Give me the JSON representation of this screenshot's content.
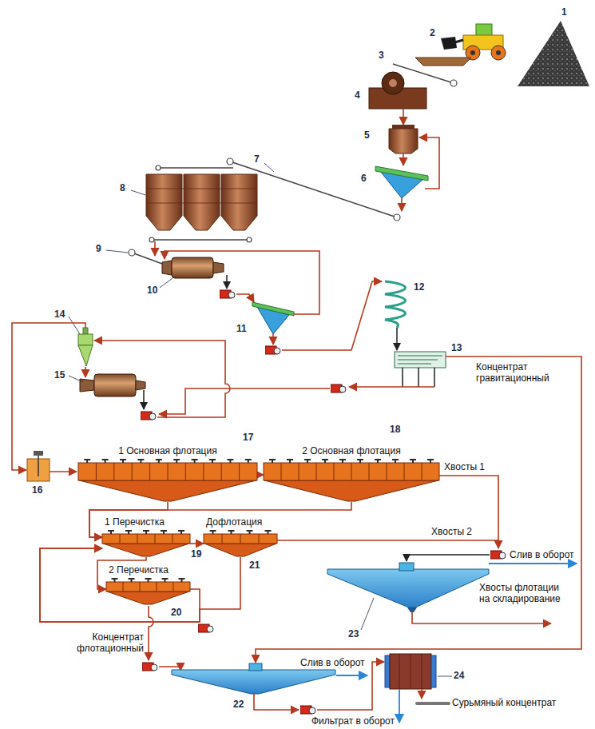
{
  "diagram": {
    "nodes": [
      {
        "text": [
          "1 Основная флотация"
        ]
      },
      {
        "text": [
          "2 Основная флотация"
        ]
      },
      {
        "text": [
          "1 Перечистка"
        ]
      },
      {
        "text": [
          "Дофлотация"
        ]
      },
      {
        "text": [
          "2 Перечистка"
        ]
      }
    ],
    "edges": [
      {
        "from": 0,
        "to": 1,
        "arrow": "to"
      },
      {
        "from": 0,
        "to": 2,
        "arrow": "to"
      },
      {
        "from": 1,
        "to": 2,
        "arrow": "to"
      },
      {
        "from": 2,
        "to": 4,
        "arrow": "to"
      },
      {
        "from": 2,
        "to": 3,
        "arrow": "to"
      },
      {
        "from": 4,
        "to": 2,
        "arrow": "to"
      },
      {
        "from": 3,
        "to": 2,
        "arrow": "to"
      }
    ],
    "labels": [
      "1",
      "2",
      "3",
      "4",
      "5",
      "6",
      "7",
      "8",
      "9",
      "10",
      "11",
      "12",
      "13",
      "14",
      "15",
      "16",
      "17",
      "18",
      "19",
      "20",
      "21",
      "22",
      "23",
      "24",
      "Концентрат гравитационный",
      "Хвосты 1",
      "Хвосты 2",
      "Слив в оборот",
      "Хвосты флотации на складирование",
      "Концентрат флотационный",
      "Слив в оборот",
      "Фильтрат в оборот",
      "Сурьмяный концентрат"
    ]
  }
}
